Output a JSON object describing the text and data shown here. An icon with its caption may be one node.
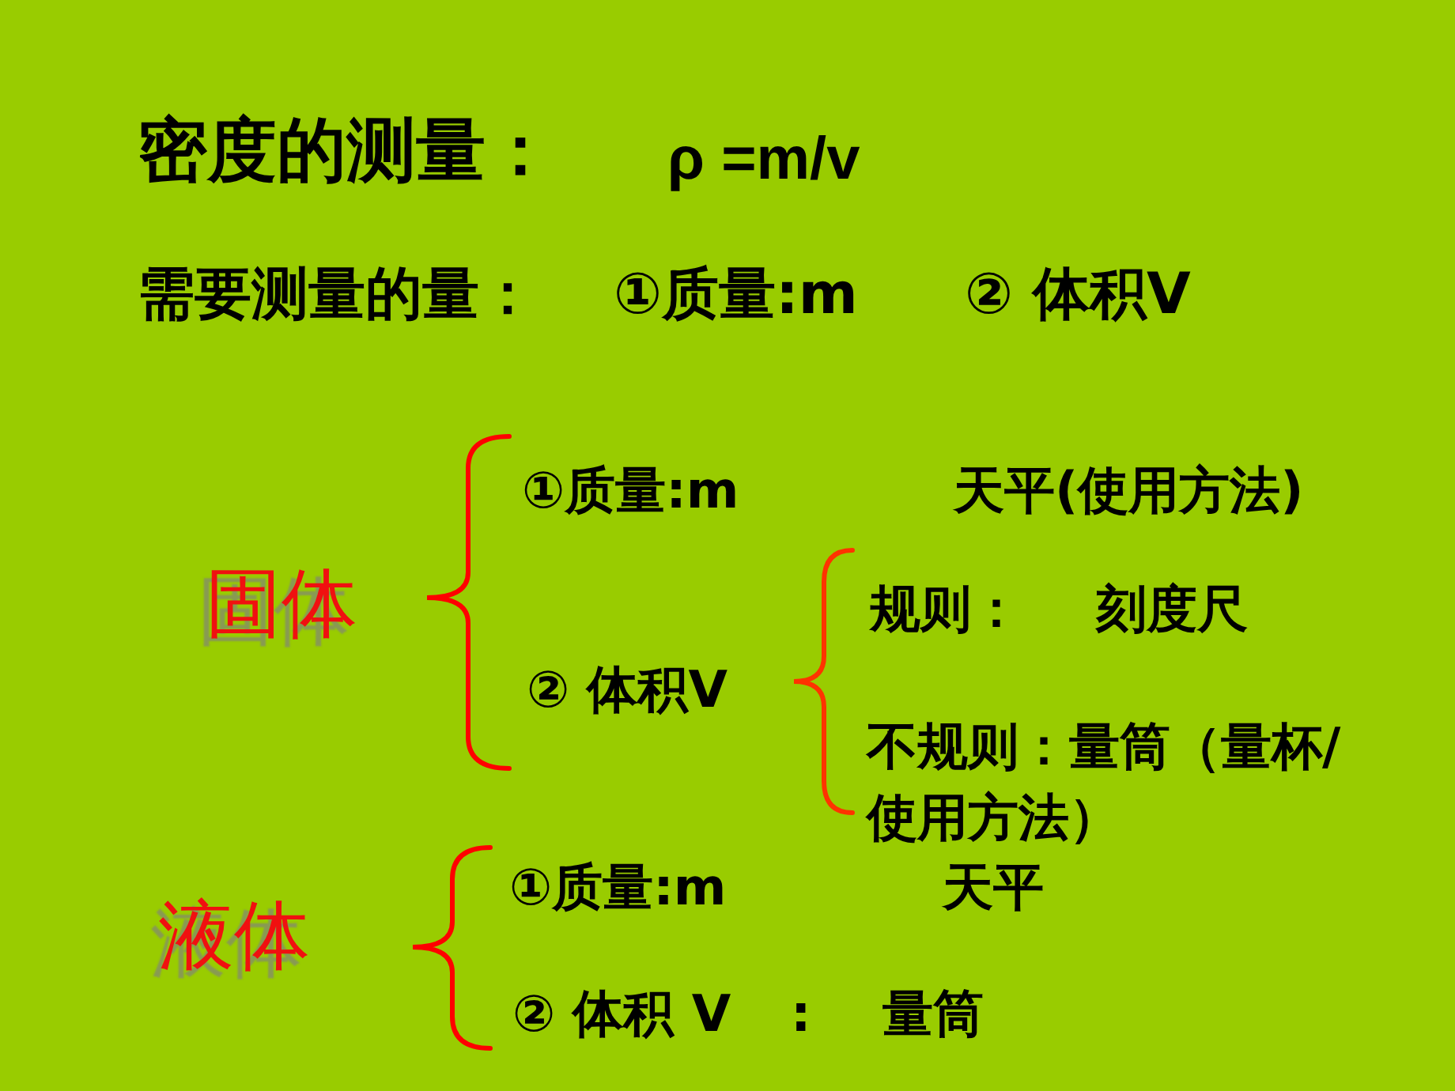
{
  "diagram": {
    "title": "密度的测量：",
    "labels": [
      "ρ =m/v",
      "需要测量的量：",
      "①质量:m",
      "② 体积V",
      "①质量:m",
      "天平(使用方法)",
      "固体",
      "规则：",
      "刻度尺",
      "② 体积V",
      "不规则：量筒（量杯/使用方法）",
      "液体",
      "①质量:m",
      "天平",
      "② 体积 V",
      ":",
      "量筒"
    ]
  }
}
